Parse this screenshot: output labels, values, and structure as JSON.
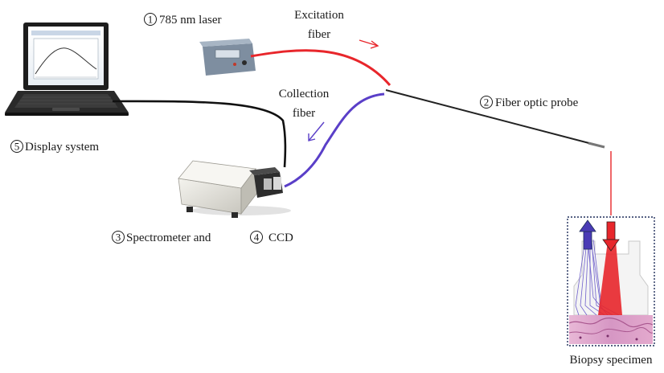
{
  "components": {
    "laser": {
      "num": "1",
      "label": "785 nm laser"
    },
    "probe": {
      "num": "2",
      "label": "Fiber optic probe"
    },
    "spectrometer": {
      "num": "3",
      "label": "Spectrometer and"
    },
    "ccd": {
      "num": "4",
      "label": "CCD"
    },
    "display": {
      "num": "5",
      "label": "Display system"
    }
  },
  "fibers": {
    "excitation": {
      "line1": "Excitation",
      "line2": "fiber",
      "color": "#e8262b"
    },
    "collection": {
      "line1": "Collection",
      "line2": "fiber",
      "color": "#5a3fc8"
    }
  },
  "specimen": {
    "label": "Biopsy specimen"
  }
}
